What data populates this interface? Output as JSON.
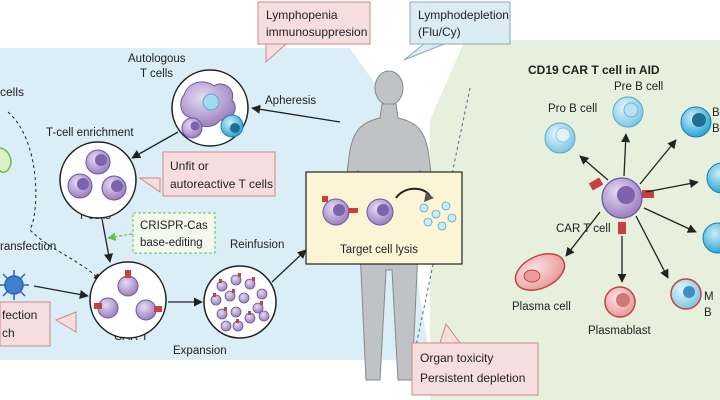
{
  "callouts": {
    "lymphopenia_line1": "Lymphopenia",
    "lymphopenia_line2": "immunosuppresion",
    "lymphodepletion_line1": "Lymphodepletion",
    "lymphodepletion_line2": "(Flu/Cy)",
    "unfit_line1": "Unfit or",
    "unfit_line2": "autoreactive T cells",
    "crispr_line1": "CRISPR-Cas",
    "crispr_line2": "base-editing",
    "organ_line1": "Organ toxicity",
    "organ_line2": "Persistent depletion",
    "infection_line1": "fection",
    "infection_line2": "ch"
  },
  "left_panel": {
    "autologous_line1": "Autologous",
    "autologous_line2": "T cells",
    "apheresis": "Apheresis",
    "enrichment": "T-cell enrichment",
    "tcells": "T cells",
    "cells_cut": "cells",
    "transfection": "ransfection",
    "cart": "CAR T",
    "expansion": "Expansion",
    "reinfusion": "Reinfusion",
    "target_lysis": "Target cell lysis"
  },
  "right_panel": {
    "title": "CD19 CAR T cell in AID",
    "pro_b": "Pro B cell",
    "pre_b": "Pre B cell",
    "cart_cell": "CAR T cell",
    "plasma_cell": "Plasma cell",
    "plasmablast": "Plasmablast",
    "cut_b1": "B",
    "cut_b2": "B",
    "cut_m": "M",
    "cut_b3": "B"
  },
  "colors": {
    "left_bg": "#dbeef7",
    "right_bg": "#e6f0dd",
    "callout_pink": "#f7dede",
    "callout_blue": "#dcecf5",
    "target_box": "#fbf5d6",
    "cart_purple": "#a98ac9",
    "receptor_red": "#c94040",
    "b_cell_blue": "#8fd1ec"
  }
}
